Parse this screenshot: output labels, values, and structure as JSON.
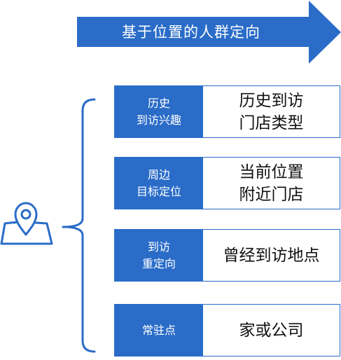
{
  "title": "基于位置的人群定向",
  "colors": {
    "accent": "#2a6cc8",
    "label_text": "#ffffff",
    "value_text": "#111111"
  },
  "icons": {
    "location": "map-pin-icon",
    "bracket": "curly-brace"
  },
  "rows": [
    {
      "label": [
        "历史",
        "到访兴趣"
      ],
      "value": [
        "历史到访",
        "门店类型"
      ]
    },
    {
      "label": [
        "周边",
        "目标定位"
      ],
      "value": [
        "当前位置",
        "附近门店"
      ]
    },
    {
      "label": [
        "到访",
        "重定向"
      ],
      "value": [
        "曾经到访地点"
      ]
    },
    {
      "label": [
        "常驻点"
      ],
      "value": [
        "家或公司"
      ]
    }
  ]
}
